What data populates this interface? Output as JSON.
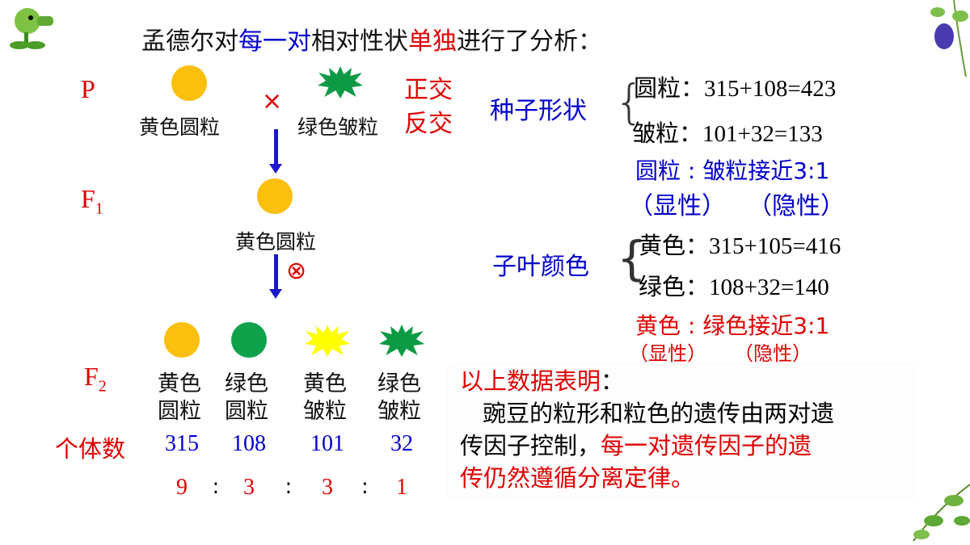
{
  "title": {
    "p1": "孟德尔对",
    "p2": "每一对",
    "p3": "相对性状",
    "p4": "单独",
    "p5": "进行了分析："
  },
  "cross": {
    "P": "P",
    "F1": "F",
    "F1_sub": "1",
    "F2": "F",
    "F2_sub": "2",
    "parent1": "黄色圆粒",
    "times": "×",
    "parent2": "绿色皱粒",
    "reciprocal1": "正交",
    "reciprocal2": "反交",
    "f1_label": "黄色圆粒",
    "selfing": "⊗"
  },
  "f2": {
    "count_label": "个体数",
    "items": [
      {
        "l1": "黄色",
        "l2": "圆粒",
        "count": "315",
        "ratio": "9",
        "color": "#fbbf0d",
        "shape": "round"
      },
      {
        "l1": "绿色",
        "l2": "圆粒",
        "count": "108",
        "ratio": "3",
        "color": "#10a24a",
        "shape": "round"
      },
      {
        "l1": "黄色",
        "l2": "皱粒",
        "count": "101",
        "ratio": "3",
        "color": "#ffff00",
        "shape": "wrinkled"
      },
      {
        "l1": "绿色",
        "l2": "皱粒",
        "count": "32",
        "ratio": "1",
        "color": "#0d9a45",
        "shape": "wrinkled"
      }
    ],
    "sep": ":"
  },
  "shape": {
    "title": "种子形状",
    "row1_label": "圆粒：",
    "row1_val": "315+108=423",
    "row2_label": "皱粒：",
    "row2_val": "101+32=133",
    "ratio": "圆粒 : 皱粒接近3:1",
    "dom": "（显性）",
    "rec": "（隐性）"
  },
  "color": {
    "title": "子叶颜色",
    "row1_label": "黄色：",
    "row1_val": "315+105=416",
    "row2_label": "绿色：",
    "row2_val": "108+32=140",
    "ratio": "黄色 : 绿色接近3:1",
    "dom": "（显性）",
    "rec": "（隐性）"
  },
  "conclusion": {
    "head": "以上数据表明",
    "colon": "：",
    "l1": "豌豆的粒形和粒色的遗传由两对遗",
    "l2a": "传因子控制，",
    "l2b": "每一对遗传因子的遗",
    "l3": "传仍然遵循分离定律。"
  }
}
